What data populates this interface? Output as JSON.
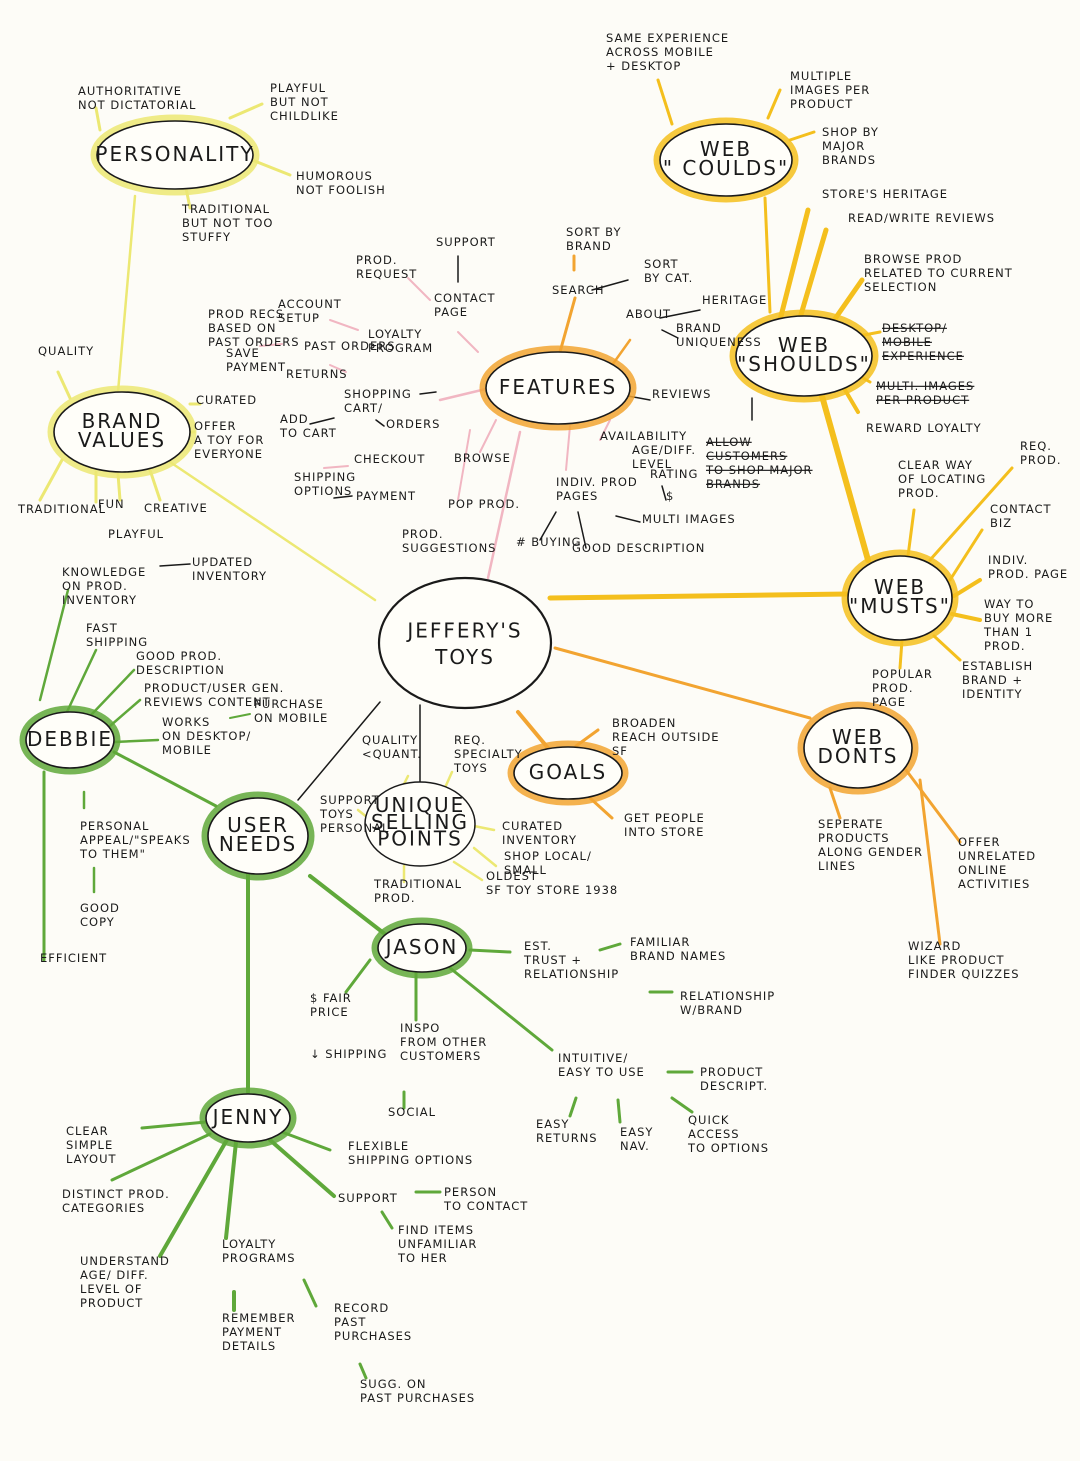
{
  "colors": {
    "yellow": "#ece873",
    "green": "#5fa83a",
    "orange": "#f2a431",
    "gold": "#f4bf1d",
    "pink": "#f1b6c2",
    "ink": "#1a1a1a"
  },
  "hubs": {
    "center": [
      "JEFFERY'S",
      "TOYS"
    ],
    "personality": [
      "PERSONALITY"
    ],
    "brand_values": [
      "BRAND",
      "VALUES"
    ],
    "features": [
      "FEATURES"
    ],
    "web_coulds": [
      "WEB",
      "\" COULDS\""
    ],
    "web_shoulds": [
      "WEB",
      "\"SHOULDS\""
    ],
    "web_musts": [
      "WEB",
      "\"MUSTS\""
    ],
    "web_donts": [
      "WEB",
      "DONTS"
    ],
    "goals": [
      "GOALS"
    ],
    "usp": [
      "UNIQUE",
      "SELLING",
      "POINTS"
    ],
    "user_needs": [
      "USER",
      "NEEDS"
    ],
    "debbie": [
      "DEBBIE"
    ],
    "jason": [
      "JASON"
    ],
    "jenny": [
      "JENNY"
    ]
  },
  "labels": {
    "p_auth": [
      "AUTHORITATIVE",
      "NOT DICTATORIAL"
    ],
    "p_playful": [
      "PLAYFUL",
      "BUT NOT",
      "CHILDLIKE"
    ],
    "p_humor": [
      "HUMOROUS",
      "NOT FOOLISH"
    ],
    "p_trad": [
      "TRADITIONAL",
      "BUT NOT TOO",
      "STUFFY"
    ],
    "b_quality": [
      "QUALITY"
    ],
    "b_curated": [
      "CURATED"
    ],
    "b_offer": [
      "OFFER",
      "A TOY FOR",
      "EVERYONE"
    ],
    "b_trad": [
      "TRADITIONAL"
    ],
    "b_fun": [
      "FUN"
    ],
    "b_creative": [
      "CREATIVE"
    ],
    "b_playful": [
      "PLAYFUL"
    ],
    "f_prodreq": [
      "PROD.",
      "REQUEST"
    ],
    "f_support": [
      "SUPPORT"
    ],
    "f_contact": [
      "CONTACT",
      "PAGE"
    ],
    "f_sortbrand": [
      "SORT BY",
      "BRAND"
    ],
    "f_sortcat": [
      "SORT",
      "BY CAT."
    ],
    "f_search": [
      "SEARCH"
    ],
    "f_about": [
      "ABOUT"
    ],
    "f_heritage": [
      "HERITAGE"
    ],
    "f_brandunique": [
      "BRAND",
      "UNIQUENESS"
    ],
    "f_prodrecs": [
      "PROD RECS",
      "BASED ON",
      "PAST ORDERS"
    ],
    "f_account": [
      "ACCOUNT",
      "SETUP"
    ],
    "f_savepay": [
      "SAVE",
      "PAYMENT"
    ],
    "f_pastorders": [
      "PAST ORDERS"
    ],
    "f_loyalty": [
      "LOYALTY",
      "PROGRAM"
    ],
    "f_returns": [
      "RETURNS"
    ],
    "f_cart": [
      "SHOPPING",
      "CART/"
    ],
    "f_orders": [
      "ORDERS"
    ],
    "f_addcart": [
      "ADD",
      "TO CART"
    ],
    "f_checkout": [
      "CHECKOUT"
    ],
    "f_shipopt": [
      "SHIPPING",
      "OPTIONS"
    ],
    "f_payment": [
      "PAYMENT"
    ],
    "f_browse": [
      "BROWSE"
    ],
    "f_popprod": [
      "POP PROD."
    ],
    "f_prodsugg": [
      "PROD.",
      "SUGGESTIONS"
    ],
    "f_reviews": [
      "REVIEWS"
    ],
    "f_avail": [
      "AVAILABILITY"
    ],
    "f_agediff": [
      "AGE/DIFF.",
      "LEVEL"
    ],
    "f_rating": [
      "RATING"
    ],
    "f_dollar": [
      "$"
    ],
    "f_indiv": [
      "INDIV. PROD",
      "PAGES"
    ],
    "f_multi": [
      "MULTI IMAGES"
    ],
    "f_buying": [
      "# BUYING"
    ],
    "f_gooddesc": [
      "GOOD DESCRIPTION"
    ],
    "c_same": [
      "SAME EXPERIENCE",
      "ACROSS MOBILE",
      "+ DESKTOP"
    ],
    "c_multi": [
      "MULTIPLE",
      "IMAGES PER",
      "PRODUCT"
    ],
    "c_shopby": [
      "SHOP BY",
      "MAJOR",
      "BRANDS"
    ],
    "s_heritage": [
      "STORE'S HERITAGE"
    ],
    "s_reviews": [
      "READ/WRITE REVIEWS"
    ],
    "s_browse": [
      "BROWSE PROD",
      "RELATED TO CURRENT",
      "SELECTION"
    ],
    "s_desktop": [
      "DESKTOP/",
      "MOBILE",
      "EXPERIENCE"
    ],
    "s_multi": [
      "MULTI. IMAGES",
      "PER PRODUCT"
    ],
    "s_reward": [
      "REWARD LOYALTY"
    ],
    "s_allow": [
      "ALLOW",
      "CUSTOMERS",
      "TO SHOP MAJOR",
      "BRANDS"
    ],
    "m_clear": [
      "CLEAR WAY",
      "OF LOCATING",
      "PROD."
    ],
    "m_req": [
      "REQ.",
      "PROD."
    ],
    "m_contact": [
      "CONTACT",
      "BIZ"
    ],
    "m_indiv": [
      "INDIV.",
      "PROD. PAGE"
    ],
    "m_way": [
      "WAY TO",
      "BUY MORE",
      "THAN 1",
      "PROD."
    ],
    "m_establish": [
      "ESTABLISH",
      "BRAND +",
      "IDENTITY"
    ],
    "m_popular": [
      "POPULAR",
      "PROD.",
      "PAGE"
    ],
    "d_separate": [
      "SEPERATE",
      "PRODUCTS",
      "ALONG GENDER",
      "LINES"
    ],
    "d_offer": [
      "OFFER",
      "UNRELATED",
      "ONLINE",
      "ACTIVITIES"
    ],
    "d_wizard": [
      "WIZARD",
      "LIKE PRODUCT",
      "FINDER QUIZZES"
    ],
    "g_broaden": [
      "BROADEN",
      "REACH OUTSIDE",
      "SF"
    ],
    "g_people": [
      "GET PEOPLE",
      "INTO STORE"
    ],
    "u_quality": [
      "QUALITY",
      "<QUANT."
    ],
    "u_req": [
      "REQ.",
      "SPECIALTY",
      "TOYS"
    ],
    "u_support": [
      "SUPPORT",
      "TOYS",
      "PERSONAL"
    ],
    "u_curated": [
      "CURATED",
      "INVENTORY"
    ],
    "u_shop": [
      "SHOP LOCAL/",
      "SMALL"
    ],
    "u_oldest": [
      "OLDEST",
      "SF TOY STORE 1938"
    ],
    "u_trad": [
      "TRADITIONAL",
      "PROD."
    ],
    "db_know": [
      "KNOWLEDGE",
      "ON PROD.",
      "INVENTORY"
    ],
    "db_updated": [
      "UPDATED",
      "INVENTORY"
    ],
    "db_fast": [
      "FAST",
      "SHIPPING"
    ],
    "db_good": [
      "GOOD PROD.",
      "DESCRIPTION"
    ],
    "db_ugc": [
      "PRODUCT/USER GEN.",
      "REVIEWS   CONTENT"
    ],
    "db_works": [
      "WORKS",
      "ON DESKTOP/",
      "MOBILE"
    ],
    "db_purchase": [
      "PURCHASE",
      "ON MOBILE"
    ],
    "db_personal": [
      "PERSONAL",
      "APPEAL/\"SPEAKS",
      "TO THEM\""
    ],
    "db_copy": [
      "GOOD",
      "COPY"
    ],
    "db_eff": [
      "EFFICIENT"
    ],
    "j_est": [
      "EST.",
      "TRUST +",
      "RELATIONSHIP"
    ],
    "j_familiar": [
      "FAMILIAR",
      "BRAND NAMES"
    ],
    "j_rel": [
      "RELATIONSHIP",
      "W/BRAND"
    ],
    "j_fair": [
      "$ FAIR",
      "PRICE"
    ],
    "j_ship": [
      "↓ SHIPPING"
    ],
    "j_inspo": [
      "INSPO",
      "FROM OTHER",
      "CUSTOMERS"
    ],
    "j_social": [
      "SOCIAL"
    ],
    "j_intuitive": [
      "INTUITIVE/",
      "EASY TO USE"
    ],
    "j_proddesc": [
      "PRODUCT",
      "DESCRIPT."
    ],
    "j_returns": [
      "EASY",
      "RETURNS"
    ],
    "j_nav": [
      "EASY",
      "NAV."
    ],
    "j_quick": [
      "QUICK",
      "ACCESS",
      "TO OPTIONS"
    ],
    "n_clear": [
      "CLEAR",
      "SIMPLE",
      "LAYOUT"
    ],
    "n_distinct": [
      "DISTINCT PROD.",
      "CATEGORIES"
    ],
    "n_understand": [
      "UNDERSTAND",
      "AGE/ DIFF.",
      "LEVEL OF",
      "PRODUCT"
    ],
    "n_flex": [
      "FLEXIBLE",
      "SHIPPING OPTIONS"
    ],
    "n_support": [
      "SUPPORT"
    ],
    "n_person": [
      "PERSON",
      "TO CONTACT"
    ],
    "n_find": [
      "FIND ITEMS",
      "UNFAMILIAR",
      "TO HER"
    ],
    "n_loyalty": [
      "LOYALTY",
      "PROGRAMS"
    ],
    "n_remember": [
      "REMEMBER",
      "PAYMENT",
      "DETAILS"
    ],
    "n_record": [
      "RECORD",
      "PAST",
      "PURCHASES"
    ],
    "n_sugg": [
      "SUGG. ON",
      "PAST PURCHASES"
    ]
  }
}
